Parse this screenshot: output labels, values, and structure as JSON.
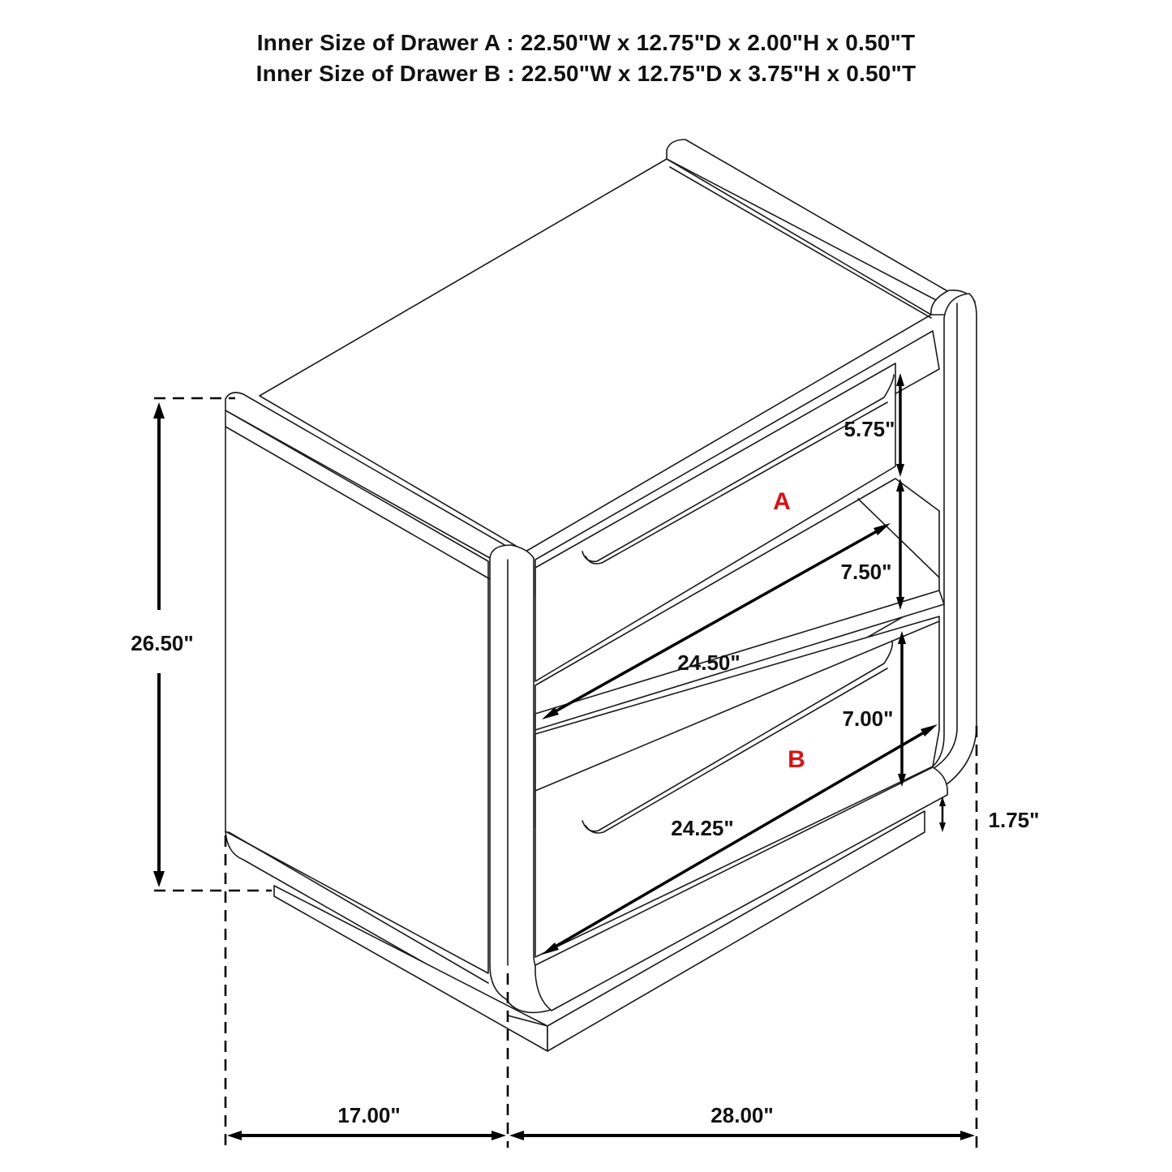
{
  "header": {
    "drawer_a_spec": "Inner Size of Drawer A : 22.50\"W x 12.75\"D x 2.00\"H x 0.50\"T",
    "drawer_b_spec": "Inner Size of Drawer B : 22.50\"W x 12.75\"D x 3.75\"H x 0.50\"T"
  },
  "drawing": {
    "subject": "nightstand with two drawers and open shelf",
    "line_color": "#1a1a1a",
    "drawer_label_color": "#e01010",
    "drawer_labels": {
      "a": "A",
      "b": "B"
    },
    "dimensions": {
      "overall_height": "26.50\"",
      "depth": "17.00\"",
      "width": "28.00\"",
      "top_drawer_height": "5.75\"",
      "shelf_opening_height": "7.50\"",
      "bottom_drawer_height": "7.00\"",
      "base_height": "1.75\"",
      "shelf_inner_width": "24.50\"",
      "bottom_drawer_inner_width": "24.25\""
    }
  }
}
